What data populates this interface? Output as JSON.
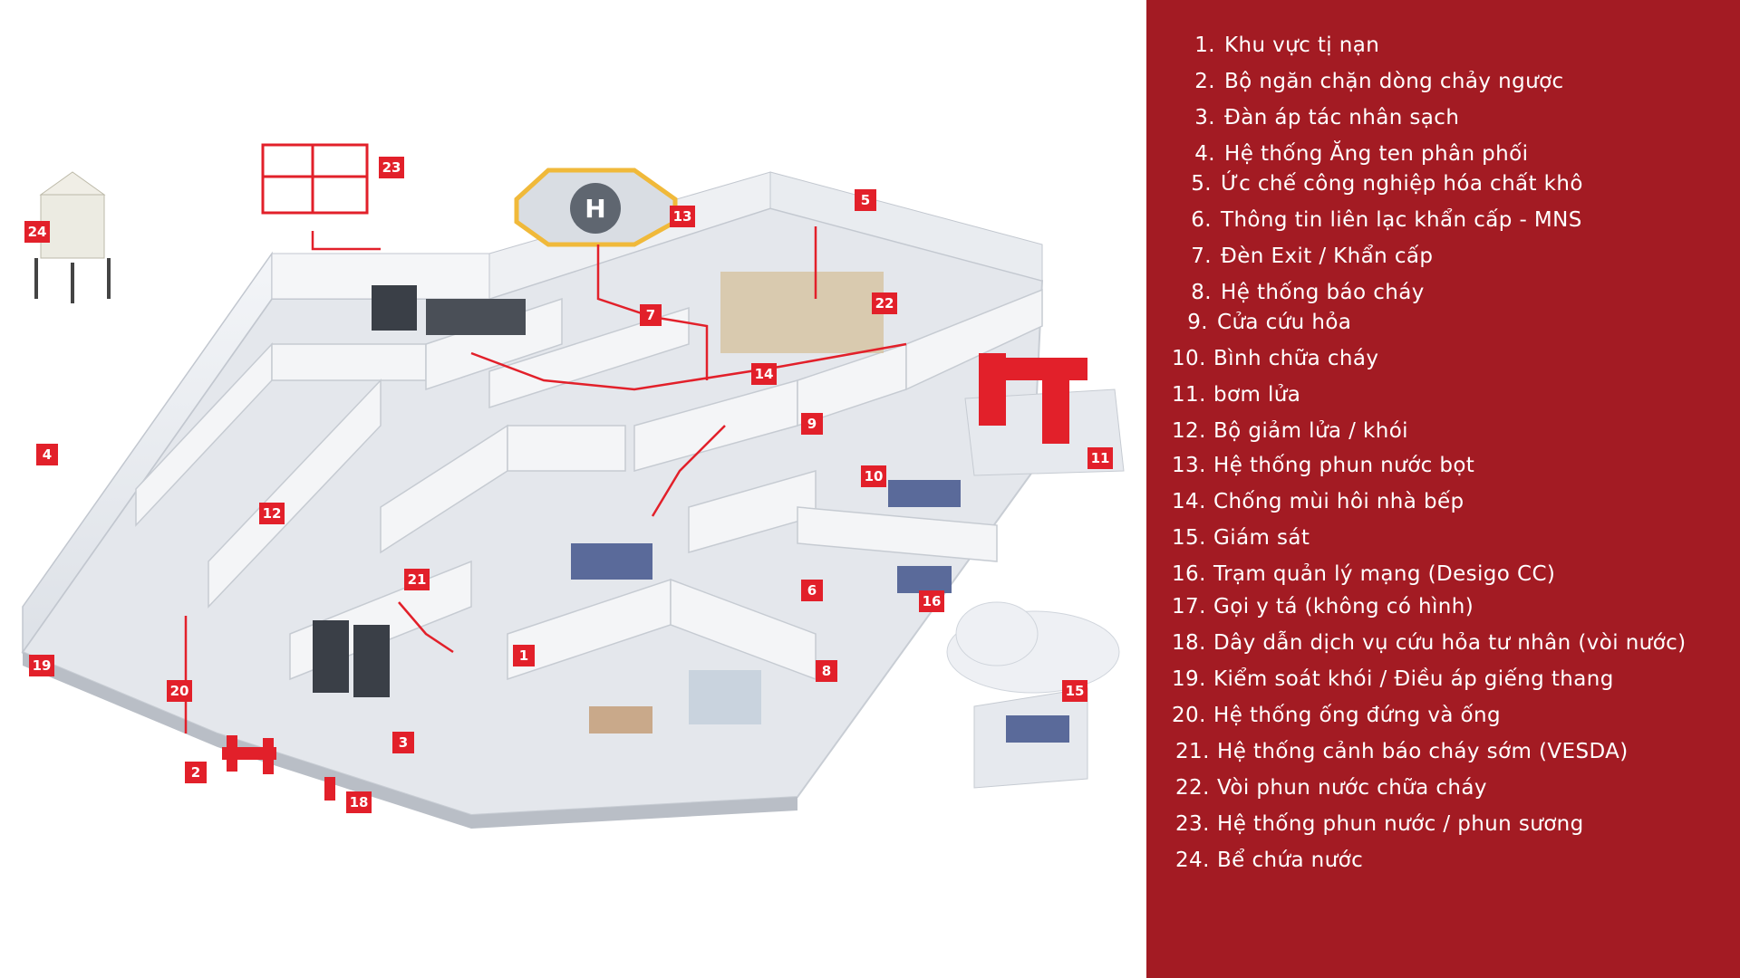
{
  "legend": {
    "items": [
      {
        "num": "1.",
        "label": "Khu vực tị nạn"
      },
      {
        "num": "2.",
        "label": "Bộ ngăn chặn dòng chảy ngược"
      },
      {
        "num": "3.",
        "label": "Đàn áp tác nhân sạch"
      },
      {
        "num": "4.",
        "label": "Hệ thống Ăng ten phân phối"
      },
      {
        "num": "5.",
        "label": "Ức chế công nghiệp hóa chất khô"
      },
      {
        "num": "6.",
        "label": "Thông tin liên lạc khẩn cấp - MNS"
      },
      {
        "num": "7.",
        "label": "Đèn Exit / Khẩn cấp"
      },
      {
        "num": "8.",
        "label": "Hệ thống báo cháy"
      },
      {
        "num": "9.",
        "label": "Cửa cứu hỏa"
      },
      {
        "num": "10.",
        "label": "Bình chữa cháy"
      },
      {
        "num": "11.",
        "label": "bơm lửa"
      },
      {
        "num": "12.",
        "label": "Bộ giảm lửa / khói"
      },
      {
        "num": "13.",
        "label": "Hệ thống phun nước bọt"
      },
      {
        "num": "14.",
        "label": "Chống mùi hôi nhà bếp"
      },
      {
        "num": "15.",
        "label": "Giám sát"
      },
      {
        "num": "16.",
        "label": "Trạm quản lý mạng (Desigo CC)"
      },
      {
        "num": "17.",
        "label": "Gọi y tá (không có hình)"
      },
      {
        "num": "18.",
        "label": "Dây dẫn dịch vụ cứu hỏa tư nhân (vòi nước)"
      },
      {
        "num": "19.",
        "label": "Kiểm soát khói / Điều áp giếng thang"
      },
      {
        "num": "20.",
        "label": "Hệ thống ống đứng và ống"
      },
      {
        "num": "21.",
        "label": "Hệ thống cảnh báo cháy sớm (VESDA)"
      },
      {
        "num": "22.",
        "label": "Vòi phun nước chữa cháy"
      },
      {
        "num": "23.",
        "label": "Hệ thống phun nước / phun sương"
      },
      {
        "num": "24.",
        "label": "Bể chứa nước"
      }
    ]
  },
  "markers": [
    "1",
    "2",
    "3",
    "4",
    "5",
    "6",
    "7",
    "8",
    "9",
    "10",
    "11",
    "12",
    "13",
    "14",
    "15",
    "16",
    "18",
    "19",
    "20",
    "21",
    "22",
    "23",
    "24"
  ],
  "helipad_symbol": "H",
  "colors": {
    "panel": "#a31b23",
    "badge": "#e2202a",
    "pipe": "#e2202a",
    "wall": "#eef0f3",
    "floor": "#d7dbe2"
  }
}
